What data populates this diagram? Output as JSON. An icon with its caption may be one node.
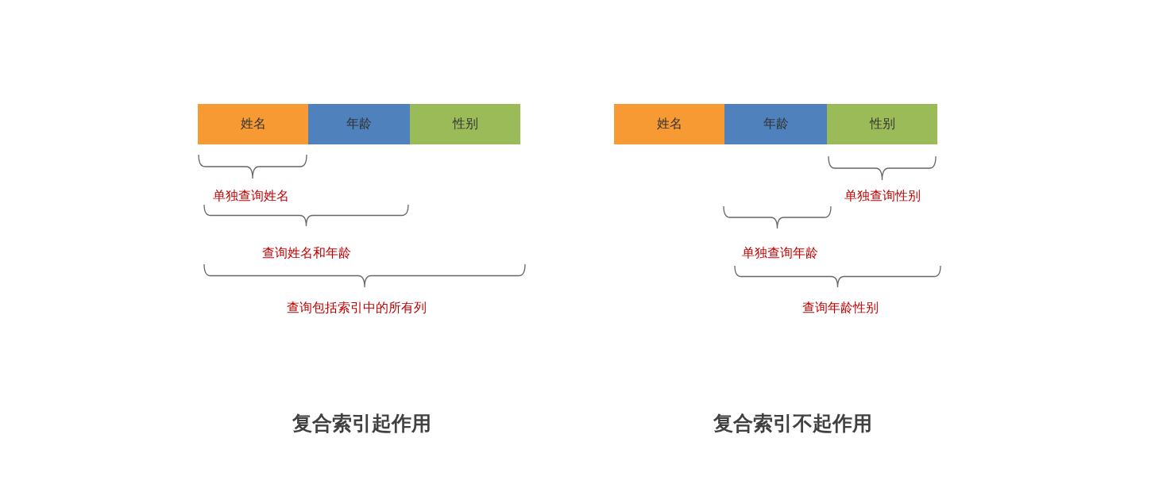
{
  "diagram": {
    "nodes": [
      {
        "text": [
          "姓名"
        ]
      },
      {
        "text": [
          "年龄"
        ]
      },
      {
        "text": [
          "性别"
        ]
      },
      {
        "text": [
          "姓名"
        ]
      },
      {
        "text": [
          "年龄"
        ]
      },
      {
        "text": [
          "性别"
        ]
      }
    ],
    "labels": [
      "单独查询姓名",
      "查询姓名和年龄",
      "查询包括索引中的所有列",
      "单独查询性别",
      "单独查询年龄",
      "查询年龄性别",
      "复合索引起作用",
      "复合索引不起作用"
    ]
  }
}
